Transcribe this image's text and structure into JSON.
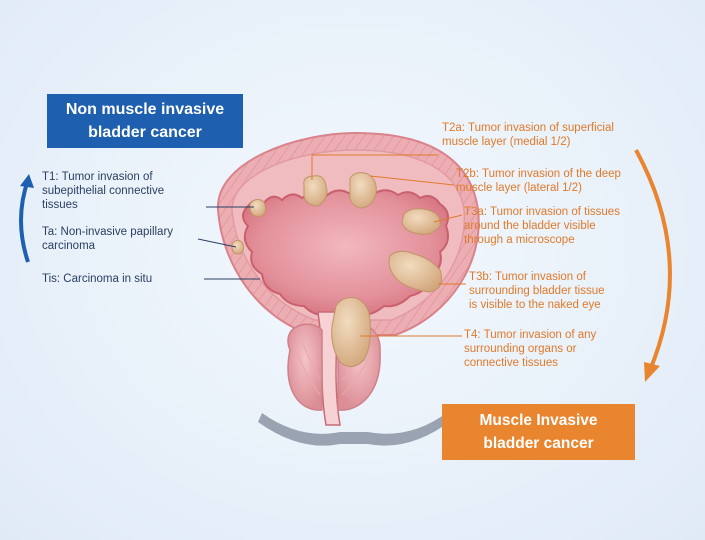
{
  "non_muscle_invasive": {
    "title_line1": "Non muscle invasive",
    "title_line2": "bladder cancer",
    "stages": [
      {
        "line1": "T1: Tumor invasion of",
        "line2": "subepithelial connective",
        "line3": "tissues"
      },
      {
        "line1": "Ta: Non-invasive papillary",
        "line2": "carcinoma"
      },
      {
        "line1": "Tis: Carcinoma in situ"
      }
    ]
  },
  "muscle_invasive": {
    "title_line1": "Muscle Invasive",
    "title_line2": "bladder cancer",
    "stages": [
      {
        "line1": "T2a: Tumor invasion of superficial",
        "line2": "muscle layer (medial 1/2)"
      },
      {
        "line1": "T2b: Tumor invasion of the deep",
        "line2": "muscle layer (lateral 1/2)"
      },
      {
        "line1": "T3a: Tumor invasion of tissues",
        "line2": "around the bladder visible",
        "line3": "through a microscope"
      },
      {
        "line1": "T3b: Tumor invasion of",
        "line2": "surrounding bladder tissue",
        "line3": "is visible to the naked eye"
      },
      {
        "line1": "T4: Tumor invasion of any",
        "line2": "surrounding organs or",
        "line3": "connective tissues"
      }
    ]
  },
  "colors": {
    "blue": "#1e5fb0",
    "orange": "#e8852e",
    "left_text": "#2a3f62",
    "right_text": "#e07a2a",
    "bladder_outer": "#e9a3a8",
    "bladder_inner": "#d9737e",
    "tumor": "#e3c19b"
  }
}
